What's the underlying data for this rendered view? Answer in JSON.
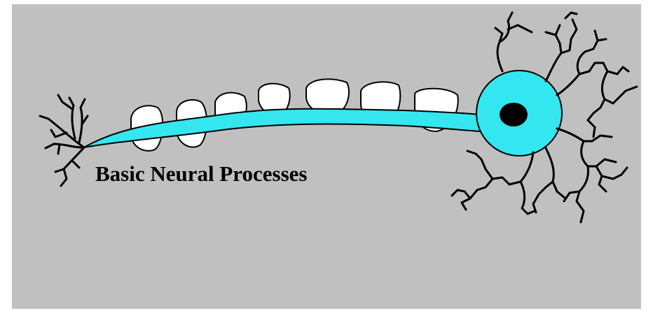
{
  "title": "Basic Neural Processes",
  "colors": {
    "background": "#c0c0c0",
    "axon": "#33e6f0",
    "myelin": "#ffffff",
    "nucleus": "#000000",
    "outline": "#000000"
  },
  "icons": {
    "neuron": "neuron-illustration",
    "soma": "cell-body",
    "nucleus": "nucleus",
    "axon": "axon",
    "dendrites": "dendrites",
    "axon_terminal": "axon-terminal",
    "myelin": "myelin-sheath"
  }
}
